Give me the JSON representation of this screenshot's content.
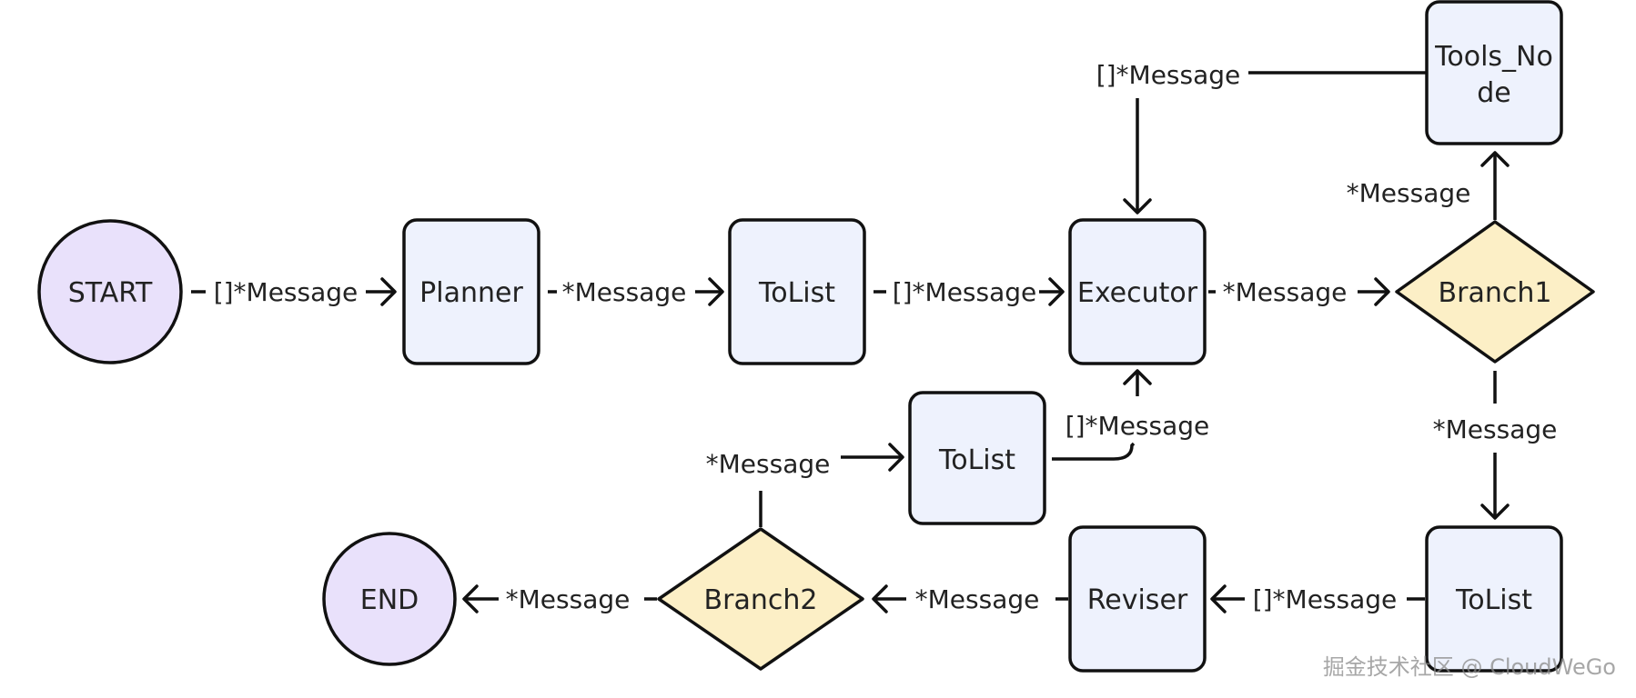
{
  "nodes": {
    "start": "START",
    "planner": "Planner",
    "tolist1": "ToList",
    "executor": "Executor",
    "branch1": "Branch1",
    "tools_node_line1": "Tools_No",
    "tools_node_line2": "de",
    "tolist2": "ToList",
    "tolist3": "ToList",
    "reviser": "Reviser",
    "branch2": "Branch2",
    "end": "END"
  },
  "edges": {
    "start_planner": "[]*Message",
    "planner_tolist": "*Message",
    "tolist_executor": "[]*Message",
    "executor_branch1": "*Message",
    "branch1_tools": "*Message",
    "tools_executor": "[]*Message",
    "branch1_tolist": "*Message",
    "tolist_reviser": "[]*Message",
    "reviser_branch2": "*Message",
    "branch2_end": "*Message",
    "branch2_tolist": "*Message",
    "tolist_executor_lower": "[]*Message"
  },
  "watermark": "掘金技术社区 @ CloudWeGo"
}
